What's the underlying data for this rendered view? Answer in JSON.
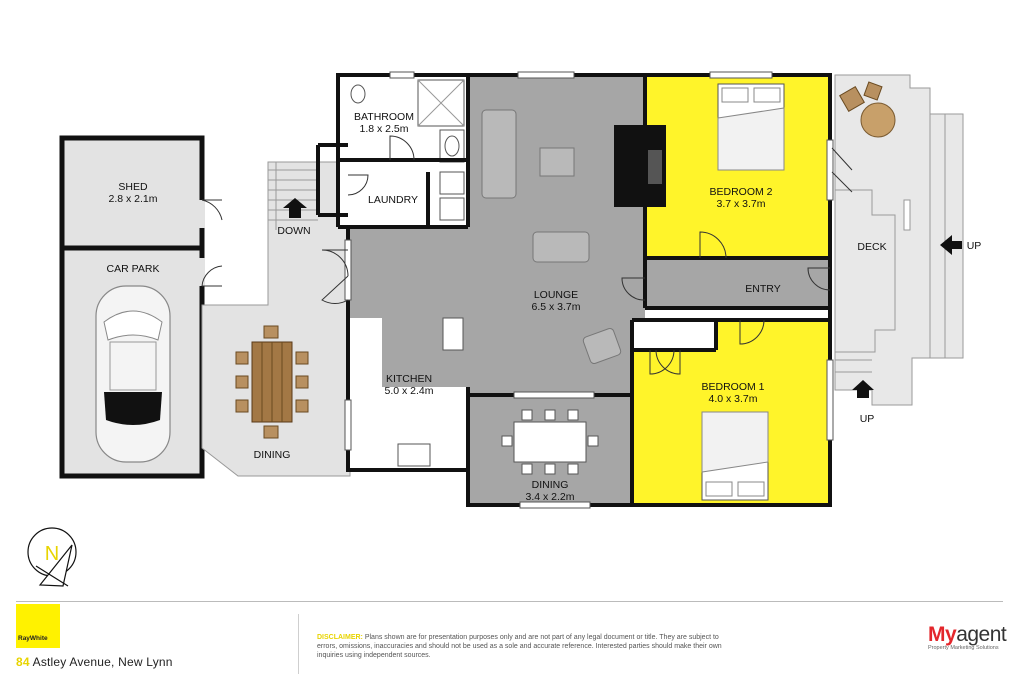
{
  "plan": {
    "rooms": {
      "shed": {
        "name": "SHED",
        "size": "2.8 x 2.1m"
      },
      "car_park": {
        "name": "CAR PARK"
      },
      "down": {
        "name": "DOWN"
      },
      "dining_outdoor": {
        "name": "DINING"
      },
      "bathroom": {
        "name": "BATHROOM",
        "size": "1.8 x 2.5m"
      },
      "laundry": {
        "name": "LAUNDRY"
      },
      "lounge": {
        "name": "LOUNGE",
        "size": "6.5 x 3.7m"
      },
      "kitchen": {
        "name": "KITCHEN",
        "size": "5.0 x 2.4m"
      },
      "dining": {
        "name": "DINING",
        "size": "3.4 x 2.2m"
      },
      "bedroom2": {
        "name": "BEDROOM 2",
        "size": "3.7 x 3.7m"
      },
      "entry": {
        "name": "ENTRY"
      },
      "bedroom1": {
        "name": "BEDROOM 1",
        "size": "4.0 x 3.7m"
      },
      "deck": {
        "name": "DECK"
      }
    },
    "arrows": {
      "up_right": "UP",
      "up_bottom": "UP"
    },
    "compass": "N"
  },
  "colors": {
    "bedroom": "#fff42a",
    "interior": "#a6a6a6",
    "exterior": "#e3e3e3",
    "brand": "#fff200",
    "agent_red": "#e3262b"
  },
  "footer": {
    "brand": "RayWhite",
    "address_number": "84",
    "address_rest": " Astley Avenue, New Lynn",
    "disclaimer_head": "DISCLAIMER:",
    "disclaimer_body": " Plans shown are for presentation purposes only and are not part of any legal document or title. They are subject to errors, omissions, inaccuracies and should not be used as a sole and accurate reference. Interested parties should make their own inquiries using independent sources.",
    "agent_prefix": "My",
    "agent_rest": "agent",
    "agent_tagline": "Property Marketing Solutions"
  }
}
